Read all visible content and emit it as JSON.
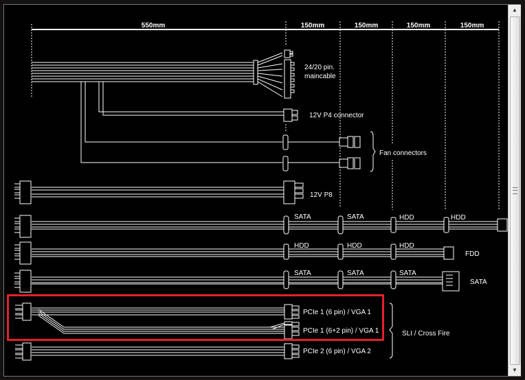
{
  "dimensions": [
    "550mm",
    "150mm",
    "150mm",
    "150mm",
    "150mm"
  ],
  "labels": {
    "main1": "24/20 pin.",
    "main2": "maincable",
    "p4": "12V P4 connector",
    "fan": "Fan connectors",
    "p8": "12V P8",
    "row1": [
      "SATA",
      "SATA",
      "HDD",
      "HDD"
    ],
    "row2": [
      "HDD",
      "HDD",
      "HDD",
      "FDD"
    ],
    "row3": [
      "SATA",
      "SATA",
      "SATA",
      "SATA"
    ],
    "pcie1": "PCIe 1 (6 pin) / VGA 1",
    "pcie2": "PCIe 1 (6+2 pin) / VGA 1",
    "pcie3": "PCIe 2 (6 pin) / VGA 2",
    "sli": "SLI / Cross Fire"
  },
  "scroll": {
    "up": "▲",
    "down": "▼"
  },
  "colors": {
    "highlight": "#e2202a"
  }
}
